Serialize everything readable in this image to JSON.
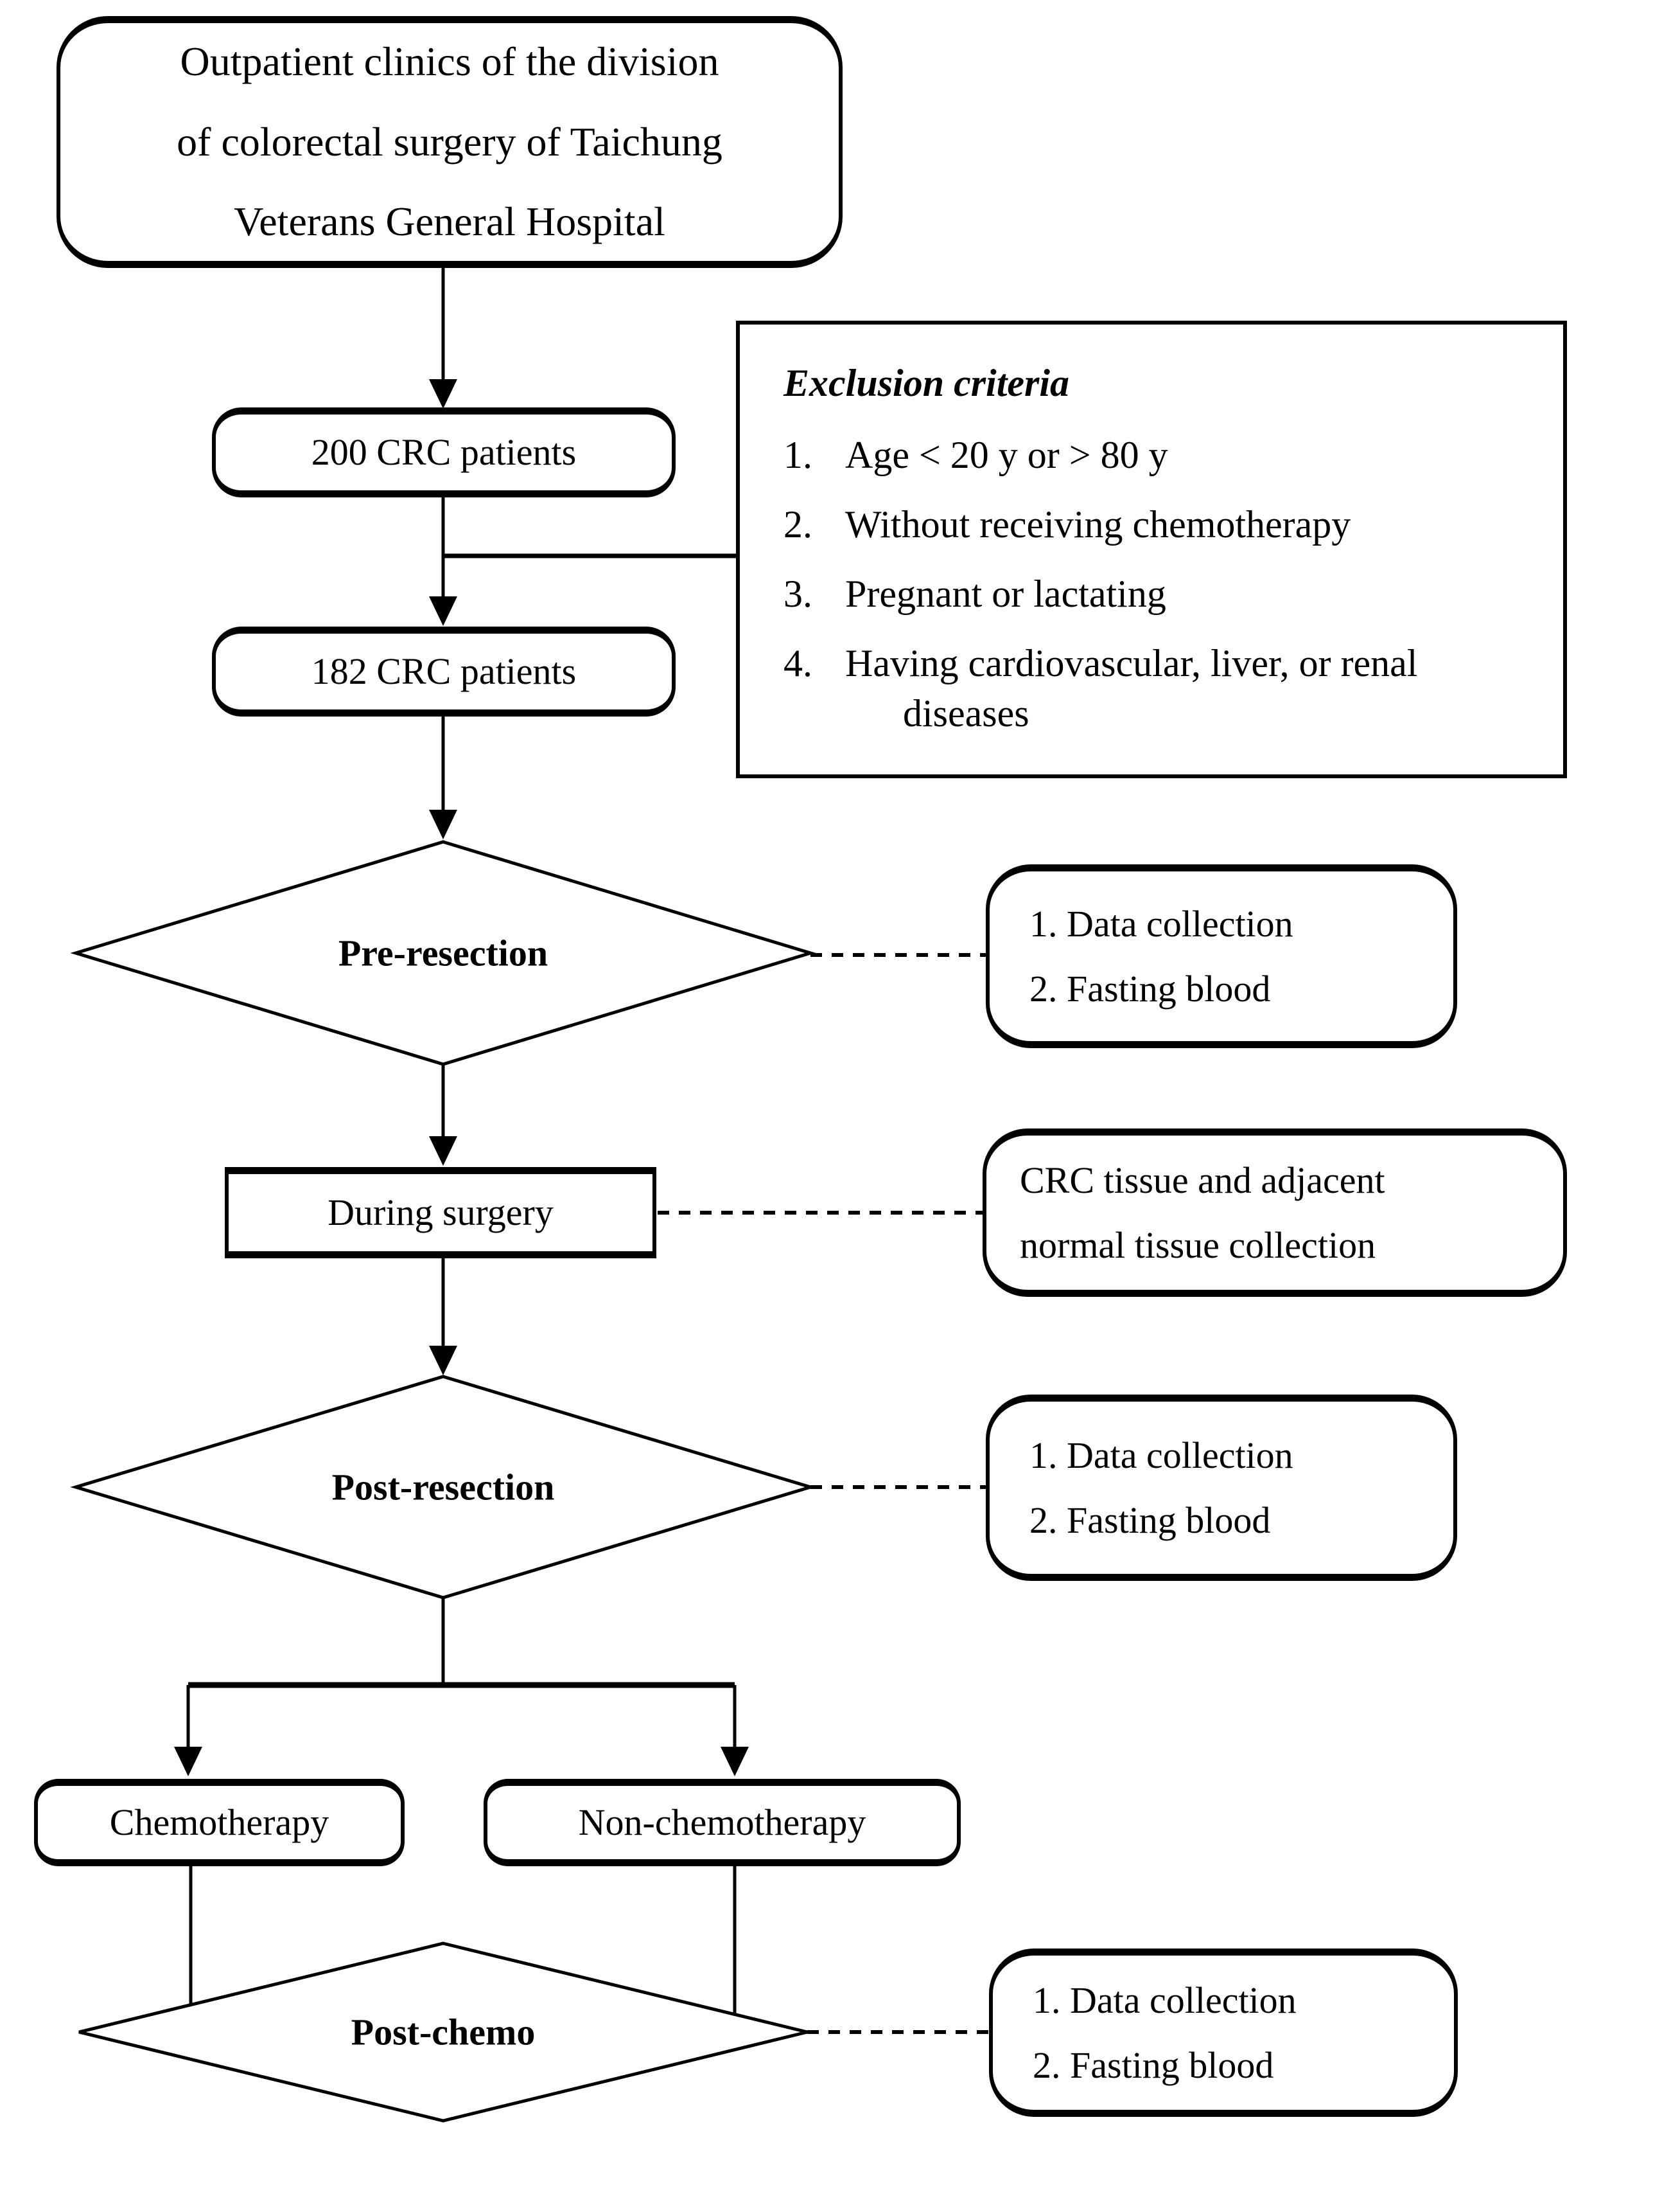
{
  "nodes": {
    "top": {
      "lines": [
        "Outpatient clinics of the division",
        "of colorectal surgery of Taichung",
        "Veterans General Hospital"
      ]
    },
    "patients_200": {
      "label": "200 CRC patients"
    },
    "patients_182": {
      "label": "182 CRC patients"
    },
    "pre_resection": {
      "label": "Pre-resection"
    },
    "during_surgery": {
      "label": "During surgery"
    },
    "post_resection": {
      "label": "Post-resection"
    },
    "chemotherapy": {
      "label": "Chemotherapy"
    },
    "non_chemotherapy": {
      "label": "Non-chemotherapy"
    },
    "post_chemo": {
      "label": "Post-chemo"
    }
  },
  "exclusion": {
    "title": "Exclusion criteria",
    "items": [
      {
        "num": "1.",
        "text": "Age < 20 y or > 80 y"
      },
      {
        "num": "2.",
        "text": "Without receiving chemotherapy"
      },
      {
        "num": "3.",
        "text": "Pregnant or lactating"
      },
      {
        "num": "4.",
        "text": "Having cardiovascular, liver, or renal diseases"
      }
    ]
  },
  "side_notes": {
    "pre_resection": {
      "lines": [
        "1. Data collection",
        "2. Fasting blood"
      ]
    },
    "during_surgery": {
      "lines": [
        "CRC tissue and adjacent",
        "normal tissue collection"
      ]
    },
    "post_resection": {
      "lines": [
        "1. Data collection",
        "2. Fasting blood"
      ]
    },
    "post_chemo": {
      "lines": [
        "1. Data collection",
        "2. Fasting blood"
      ]
    }
  },
  "colors": {
    "line": "#000000",
    "background": "#ffffff",
    "text": "#000000"
  }
}
